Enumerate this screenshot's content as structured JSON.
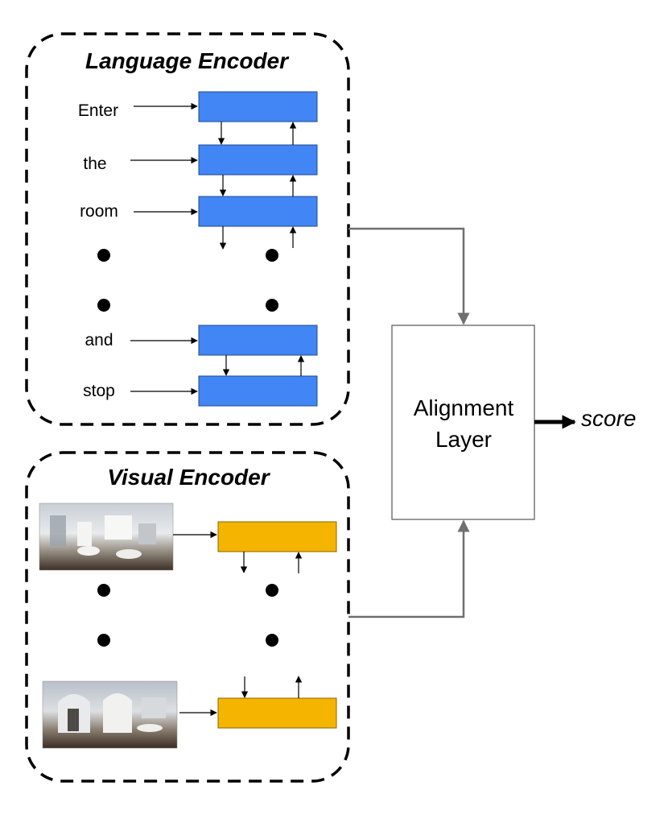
{
  "language_encoder": {
    "title": "Language Encoder",
    "words": [
      "Enter",
      "the",
      "room",
      "and",
      "stop"
    ]
  },
  "visual_encoder": {
    "title": "Visual Encoder",
    "images": [
      "panorama-image-1",
      "panorama-image-2"
    ]
  },
  "alignment": {
    "label_line1": "Alignment",
    "label_line2": "Layer"
  },
  "output": {
    "label": "score"
  },
  "colors": {
    "language_block": "#4285f4",
    "visual_block": "#f4b400",
    "connector": "#6f6f6f",
    "box_border": "#555555"
  }
}
